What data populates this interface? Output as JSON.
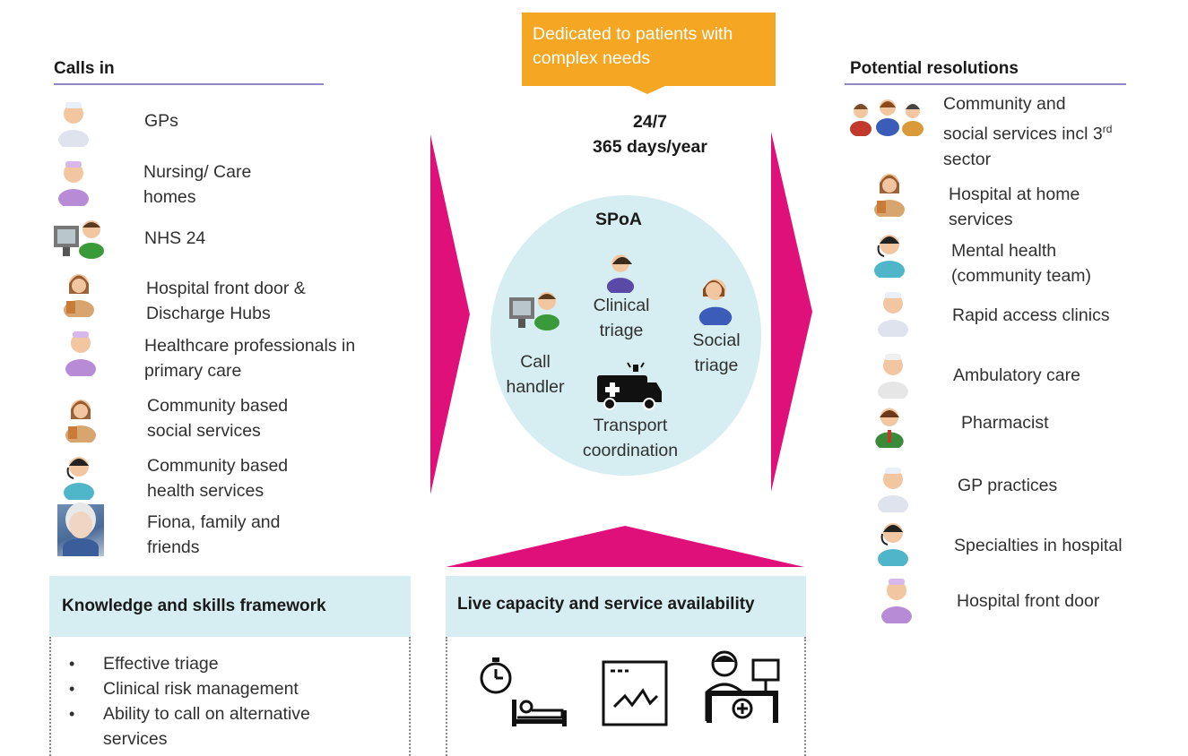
{
  "top_banner": {
    "text_line1": "Dedicated to patients with",
    "text_line2": "complex needs",
    "color": "#f5a623"
  },
  "availability": {
    "line1": "24/7",
    "line2": "365 days/year"
  },
  "calls_in": {
    "heading": "Calls in",
    "items": [
      {
        "line1": "GPs",
        "line2": "",
        "icon": "doctor-icon"
      },
      {
        "line1": "Nursing/ Care",
        "line2": "homes",
        "icon": "nurse-icon"
      },
      {
        "line1": "NHS 24",
        "line2": "",
        "icon": "call-operator-icon"
      },
      {
        "line1": "Hospital front door &",
        "line2": "Discharge Hubs",
        "icon": "clipboard-worker-icon"
      },
      {
        "line1": "Healthcare professionals in",
        "line2": "primary care",
        "icon": "nurse-icon"
      },
      {
        "line1": "Community based",
        "line2": "social services",
        "icon": "clipboard-worker-icon"
      },
      {
        "line1": "Community based",
        "line2": "health services",
        "icon": "headset-nurse-icon"
      },
      {
        "line1": "Fiona, family and",
        "line2": "friends",
        "icon": "elderly-woman-photo"
      }
    ]
  },
  "spoa": {
    "title": "SPoA",
    "call_handler": {
      "line1": "Call",
      "line2": "handler"
    },
    "clinical_triage": {
      "line1": "Clinical",
      "line2": "triage"
    },
    "social_triage": {
      "line1": "Social",
      "line2": "triage"
    },
    "transport": {
      "line1": "Transport",
      "line2": "coordination"
    },
    "circle_color": "#d6eef1"
  },
  "resolutions": {
    "heading": "Potential resolutions",
    "items": [
      {
        "line1": "Community and",
        "line2": "social services incl 3",
        "sup": "rd",
        "line3": "sector",
        "icon": "group-people-icon"
      },
      {
        "line1": "Hospital at home",
        "line2": "services",
        "icon": "clipboard-worker-icon"
      },
      {
        "line1": "Mental health",
        "line2": "(community team)",
        "icon": "headset-nurse-icon"
      },
      {
        "line1": "Rapid access clinics",
        "line2": "",
        "icon": "doctor-icon"
      },
      {
        "line1": "Ambulatory care",
        "line2": "",
        "icon": "doctor-icon"
      },
      {
        "line1": "Pharmacist",
        "line2": "",
        "icon": "pharmacist-icon"
      },
      {
        "line1": "GP practices",
        "line2": "",
        "icon": "doctor-icon"
      },
      {
        "line1": "Specialties in hospital",
        "line2": "",
        "icon": "headset-nurse-icon"
      },
      {
        "line1": "Hospital front door",
        "line2": "",
        "icon": "nurse-icon"
      }
    ]
  },
  "knowledge_box": {
    "title": "Knowledge and skills framework",
    "bullets": [
      {
        "line1": "Effective triage",
        "line2": ""
      },
      {
        "line1": "Clinical risk management",
        "line2": ""
      },
      {
        "line1": "Ability to call on alternative",
        "line2": "services"
      }
    ]
  },
  "capacity_box": {
    "title": "Live capacity and service availability",
    "icons": [
      "stopwatch-bed-icon",
      "monitor-chart-icon",
      "reception-desk-icon"
    ]
  },
  "colors": {
    "arrow": "#e0107a",
    "rule": "#8f86c4",
    "teal": "#d6eef1",
    "orange": "#f5a623"
  }
}
